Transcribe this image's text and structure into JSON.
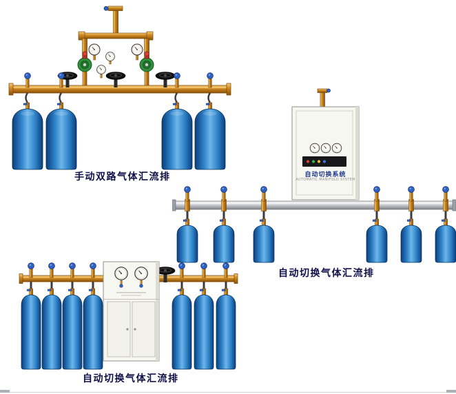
{
  "page": {
    "background": "#ffffff"
  },
  "products": [
    {
      "name": "manual-dual-manifold",
      "caption": "手动双路气体汇流排"
    },
    {
      "name": "auto-switch-manifold-wall-cabinet",
      "caption": "自动切换气体汇流排",
      "cabinet": {
        "label": "自动切换系统",
        "sublabel": "AUTOMATIC MANIFOLD SYSTEM"
      }
    },
    {
      "name": "auto-switch-manifold-floor-cabinet",
      "caption": "自动切换气体汇流排"
    }
  ],
  "colors": {
    "caption_text": "#101048",
    "brass_pipe": "#c8811f",
    "silver_pipe": "#c9cdd1",
    "cylinder_blue_dark": "#0b3e7d",
    "cylinder_blue_light": "#6db6ea",
    "valve_knob_blue": "#2e63c4",
    "regulator_green": "#2f8f3a",
    "cabinet_body": "#f7f7f2"
  }
}
